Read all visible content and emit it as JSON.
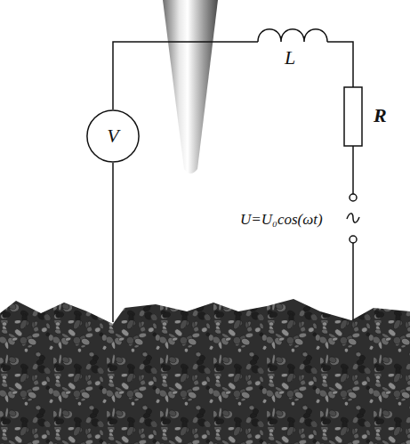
{
  "diagram": {
    "nodes": [
      {
        "text": [
          "V"
        ]
      }
    ],
    "labels": [
      "L",
      "R",
      "U=U₀cos(ωt)"
    ]
  }
}
